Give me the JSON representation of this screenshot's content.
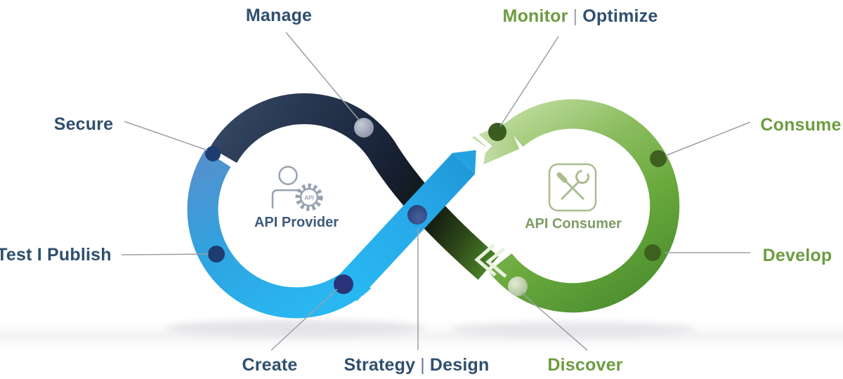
{
  "diagram_type": "api-lifecycle-infinity-loop",
  "colors": {
    "ribbon_blue_bright": "#29B5F1",
    "ribbon_blue_steel": "#5590CC",
    "ribbon_navy": "#1F2C44",
    "ribbon_green_light": "#B7D794",
    "ribbon_green_deep": "#4F9130",
    "leader_line": "#9AA0A6",
    "text_navy": "#2F4F6E",
    "text_green": "#6D9C40"
  },
  "centers": {
    "provider": {
      "label": "API Provider",
      "icon": "person-with-api-gear",
      "gear_text": "API"
    },
    "consumer": {
      "label": "API Consumer",
      "icon": "crossed-tools"
    }
  },
  "stages": [
    {
      "id": "manage",
      "side": "provider",
      "label": "Manage",
      "text_color": "#2F4F6E",
      "dot_color": "#9BA1B5"
    },
    {
      "id": "monitor_optimize",
      "side": "consumer",
      "parts": [
        {
          "text": "Monitor",
          "color": "#6D9C40"
        },
        {
          "text": "|",
          "color": "#9AA5AE"
        },
        {
          "text": "Optimize",
          "color": "#2F4F6E"
        }
      ],
      "dot_color": "#3A5C1E"
    },
    {
      "id": "secure",
      "side": "provider",
      "label": "Secure",
      "text_color": "#2F4F6E",
      "dot_color": "#1E3C70"
    },
    {
      "id": "consume",
      "side": "consumer",
      "label": "Consume",
      "text_color": "#6D9C40",
      "dot_color": "#3D611F"
    },
    {
      "id": "test_publish",
      "side": "provider",
      "label": "Test I Publish",
      "text_color": "#2F4F6E",
      "dot_color": "#1E3C70"
    },
    {
      "id": "develop",
      "side": "consumer",
      "label": "Develop",
      "text_color": "#6D9C40",
      "dot_color": "#3D611F"
    },
    {
      "id": "create",
      "side": "provider",
      "label": "Create",
      "text_color": "#2F4F6E",
      "dot_color": "#2A3478"
    },
    {
      "id": "strategy_design",
      "side": "provider",
      "parts": [
        {
          "text": "Strategy",
          "color": "#2F4F6E"
        },
        {
          "text": "|",
          "color": "#5E7590"
        },
        {
          "text": "Design",
          "color": "#2F4F6E"
        }
      ],
      "dot_color": "#24407C"
    },
    {
      "id": "discover",
      "side": "consumer",
      "label": "Discover",
      "text_color": "#6D9C40",
      "dot_color": "#A4B98C"
    }
  ]
}
